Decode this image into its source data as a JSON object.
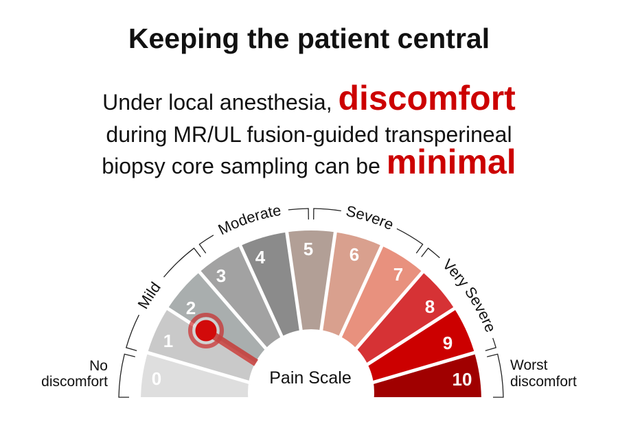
{
  "title": "Keeping the patient central",
  "subtitle": {
    "line1": {
      "text": "Under local anesthesia, ",
      "emphasis": "discomfort"
    },
    "line2": {
      "text": "during MR/UL fusion-guided transperineal"
    },
    "line3": {
      "text": "biopsy core sampling can be ",
      "emphasis": "minimal"
    }
  },
  "colors": {
    "accent_red": "#cc0000",
    "text": "#111111",
    "bracket": "#222222"
  },
  "gauge": {
    "center_label": "Pain Scale",
    "segments": [
      {
        "label": "0",
        "color": "#dedede"
      },
      {
        "label": "1",
        "color": "#c9c9c9"
      },
      {
        "label": "2",
        "color": "#a9aeae"
      },
      {
        "label": "3",
        "color": "#a2a2a2"
      },
      {
        "label": "4",
        "color": "#8b8b8b"
      },
      {
        "label": "5",
        "color": "#b29f96"
      },
      {
        "label": "6",
        "color": "#d9a08e"
      },
      {
        "label": "7",
        "color": "#e8917e"
      },
      {
        "label": "8",
        "color": "#d63235"
      },
      {
        "label": "9",
        "color": "#cc0000"
      },
      {
        "label": "10",
        "color": "#a00000"
      }
    ],
    "categories": {
      "no_discomfort": {
        "line1": "No",
        "line2": "discomfort"
      },
      "mild": "Mild",
      "moderate": "Moderate",
      "severe": "Severe",
      "very_severe": "Very Severe",
      "worst_discomfort": {
        "line1": "Worst",
        "line2": "discomfort"
      }
    },
    "needle": {
      "color": "#c5423f",
      "ring_color": "#cc2020",
      "dot_color": "#d20a0a",
      "approx_value": 1.6
    }
  }
}
